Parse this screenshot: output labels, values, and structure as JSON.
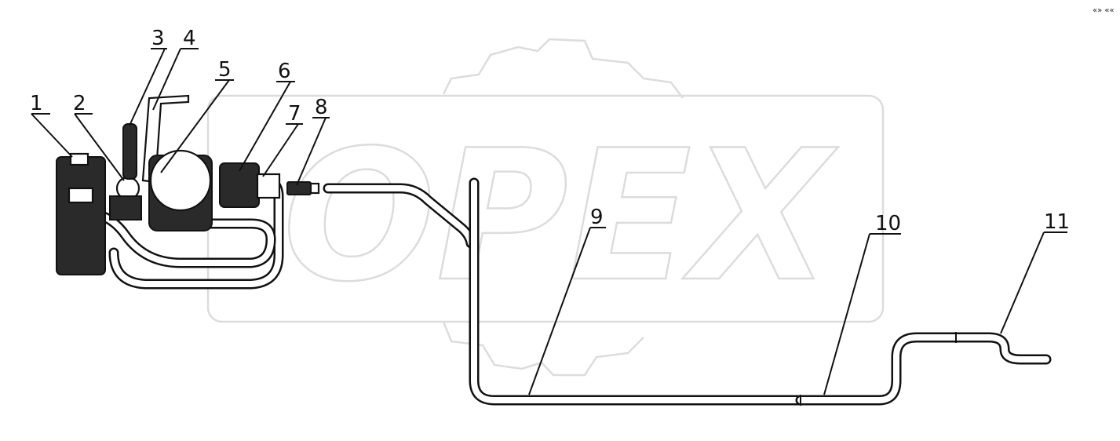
{
  "watermark": {
    "text": "OPEX"
  },
  "corner_mark": "«» ««",
  "callouts": [
    {
      "id": "1",
      "label": "1"
    },
    {
      "id": "2",
      "label": "2"
    },
    {
      "id": "3",
      "label": "3"
    },
    {
      "id": "4",
      "label": "4"
    },
    {
      "id": "5",
      "label": "5"
    },
    {
      "id": "6",
      "label": "6"
    },
    {
      "id": "7",
      "label": "7"
    },
    {
      "id": "8",
      "label": "8"
    },
    {
      "id": "9",
      "label": "9"
    },
    {
      "id": "10",
      "label": "10"
    },
    {
      "id": "11",
      "label": "11"
    }
  ]
}
